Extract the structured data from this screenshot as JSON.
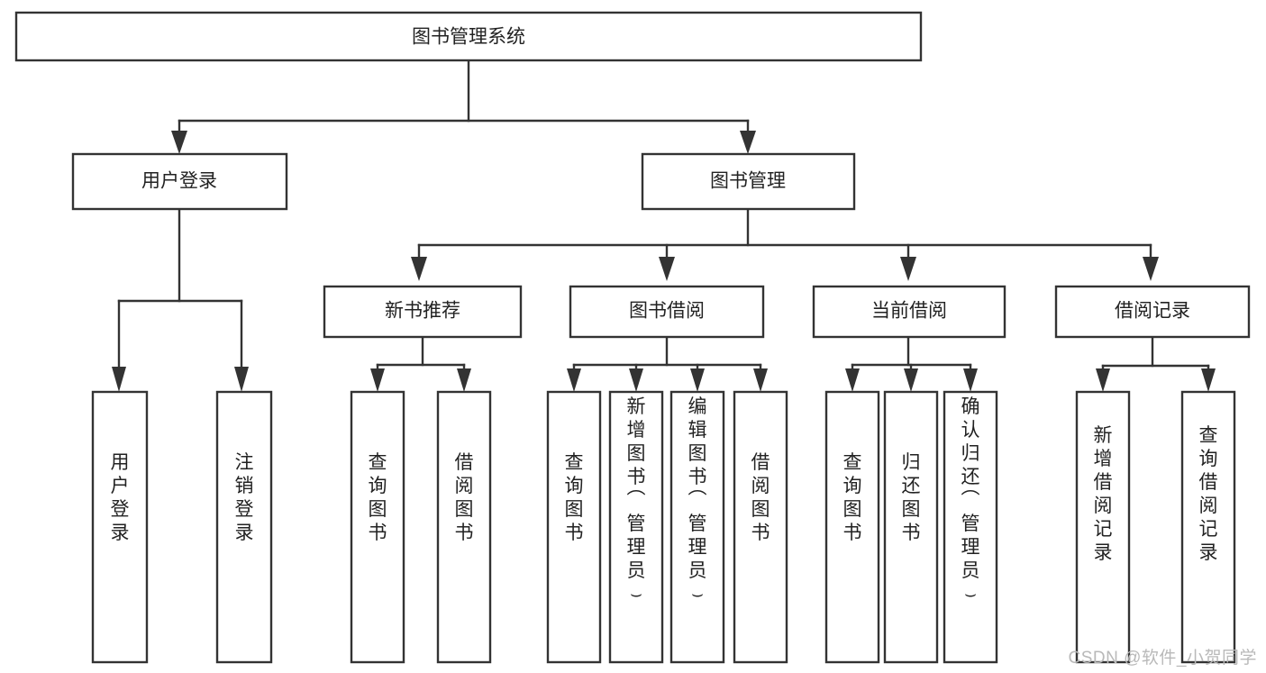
{
  "diagram": {
    "type": "tree-hierarchy-chart",
    "title": "图书管理系统",
    "orientation": "top-down",
    "colors": {
      "box_fill": "#ffffff",
      "box_stroke": "#333333",
      "text": "#222222",
      "watermark": "#b9b9b9"
    },
    "levels": [
      {
        "level": 0,
        "nodes": [
          {
            "id": "root",
            "label": "图书管理系统",
            "orientation": "horizontal"
          }
        ]
      },
      {
        "level": 1,
        "nodes": [
          {
            "id": "login",
            "label": "用户登录",
            "orientation": "horizontal",
            "parent": "root"
          },
          {
            "id": "bookmgmt",
            "label": "图书管理",
            "orientation": "horizontal",
            "parent": "root"
          }
        ]
      },
      {
        "level": 2,
        "nodes": [
          {
            "id": "newbook",
            "label": "新书推荐",
            "orientation": "horizontal",
            "parent": "bookmgmt"
          },
          {
            "id": "borrow",
            "label": "图书借阅",
            "orientation": "horizontal",
            "parent": "bookmgmt"
          },
          {
            "id": "current",
            "label": "当前借阅",
            "orientation": "horizontal",
            "parent": "bookmgmt"
          },
          {
            "id": "records",
            "label": "借阅记录",
            "orientation": "horizontal",
            "parent": "bookmgmt"
          }
        ]
      },
      {
        "level": 3,
        "nodes": [
          {
            "id": "leaf1",
            "label": "用户登录",
            "orientation": "vertical",
            "parent": "login"
          },
          {
            "id": "leaf2",
            "label": "注销登录",
            "orientation": "vertical",
            "parent": "login"
          },
          {
            "id": "leaf3",
            "label": "查询图书",
            "orientation": "vertical",
            "parent": "newbook"
          },
          {
            "id": "leaf4",
            "label": "借阅图书",
            "orientation": "vertical",
            "parent": "newbook"
          },
          {
            "id": "leaf5",
            "label": "查询图书",
            "orientation": "vertical",
            "parent": "borrow"
          },
          {
            "id": "leaf6",
            "label": "新增图书（管理员）",
            "orientation": "vertical",
            "parent": "borrow"
          },
          {
            "id": "leaf7",
            "label": "编辑图书（管理员）",
            "orientation": "vertical",
            "parent": "borrow"
          },
          {
            "id": "leaf8",
            "label": "借阅图书",
            "orientation": "vertical",
            "parent": "borrow"
          },
          {
            "id": "leaf9",
            "label": "查询图书",
            "orientation": "vertical",
            "parent": "current"
          },
          {
            "id": "leaf10",
            "label": "归还图书",
            "orientation": "vertical",
            "parent": "current"
          },
          {
            "id": "leaf11",
            "label": "确认归还（管理员）",
            "orientation": "vertical",
            "parent": "current"
          },
          {
            "id": "leaf12",
            "label": "新增借阅记录",
            "orientation": "vertical",
            "parent": "records"
          },
          {
            "id": "leaf13",
            "label": "查询借阅记录",
            "orientation": "vertical",
            "parent": "records"
          }
        ]
      }
    ]
  },
  "watermark": {
    "text": "CSDN @软件_小贺同学"
  }
}
